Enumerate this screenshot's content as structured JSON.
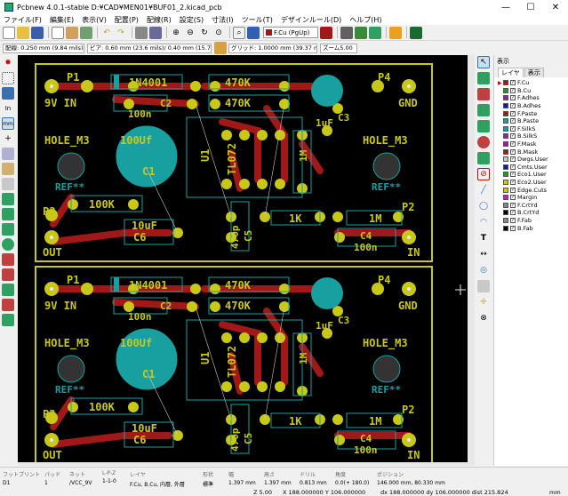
{
  "titlebar": {
    "title": "Pcbnew 4.0.1-stable D:¥CAD¥MEN01¥BUF01_2.kicad_pcb",
    "minimize": "—",
    "maximize": "☐",
    "close": "✕"
  },
  "menu": [
    "ファイル(F)",
    "編集(E)",
    "表示(V)",
    "配置(P)",
    "配線(R)",
    "設定(S)",
    "寸法(I)",
    "ツール(T)",
    "デザインルール(D)",
    "ヘルプ(H)"
  ],
  "toolbar": {
    "layer_select": "F.Cu (PgUp)"
  },
  "toolbar2": {
    "track": "配線: 0.250 mm (9.84 mils) *",
    "via": "ビア: 0.60 mm (23.6 mils)/ 0.40 mm (15.7 mils) *",
    "grid": "グリッド: 1.0000 mm (39.37 mils)",
    "zoom": "ズーム5.00"
  },
  "panel": {
    "title": "表示",
    "tabs": [
      "レイヤ",
      "表示"
    ],
    "active_layer": "F.Cu",
    "layers": [
      {
        "name": "F.Cu",
        "color": "#a01818"
      },
      {
        "name": "B.Cu",
        "color": "#18a018"
      },
      {
        "name": "F.Adhes",
        "color": "#a018a0"
      },
      {
        "name": "B.Adhes",
        "color": "#1818a0"
      },
      {
        "name": "F.Paste",
        "color": "#a01818"
      },
      {
        "name": "B.Paste",
        "color": "#18a0a0"
      },
      {
        "name": "F.SilkS",
        "color": "#18a0a0"
      },
      {
        "name": "B.SilkS",
        "color": "#a018a0"
      },
      {
        "name": "F.Mask",
        "color": "#a018a0"
      },
      {
        "name": "B.Mask",
        "color": "#a01818"
      },
      {
        "name": "Dwgs.User",
        "color": "#c8c8c8"
      },
      {
        "name": "Cmts.User",
        "color": "#1818a0"
      },
      {
        "name": "Eco1.User",
        "color": "#18a018"
      },
      {
        "name": "Eco2.User",
        "color": "#c8c818"
      },
      {
        "name": "Edge.Cuts",
        "color": "#c8c818"
      },
      {
        "name": "Margin",
        "color": "#c818c8"
      },
      {
        "name": "F.CrtYd",
        "color": "#848484"
      },
      {
        "name": "B.CrtYd",
        "color": "#000000"
      },
      {
        "name": "F.Fab",
        "color": "#848484"
      },
      {
        "name": "B.Fab",
        "color": "#000000"
      }
    ]
  },
  "board": {
    "labels": {
      "p1": "P1",
      "p4": "P4",
      "p3": "P3",
      "p2": "P2",
      "nine_v_in": "9V IN",
      "gnd": "GND",
      "out": "OUT",
      "in": "IN",
      "hole_left": "HOLE_M3",
      "hole_right": "HOLE_M3",
      "ref_left": "REF**",
      "ref_right": "REF**",
      "diode": "1N4001",
      "r_470k_a": "470K",
      "r_470k_b": "470K",
      "c2": "C2",
      "c2_val": "100n",
      "c3": "C3",
      "c3_val": "1uF",
      "c1": "C1",
      "c1_val": "100Uf",
      "u1": "U1",
      "u1_val": "TL072",
      "r_1m_vert": "1M",
      "r_100k": "100K",
      "c6_val": "10uF",
      "c6": "C6",
      "c5_val": "470p",
      "c5": "C5",
      "r_1k": "1K",
      "r_1m": "1M",
      "c4": "C4",
      "c4_val": "100n"
    }
  },
  "status": {
    "footprint_label": "フットプリント",
    "footprint_value": "D1",
    "pad_label": "パッド",
    "pad_value": "1",
    "net_label": "ネット",
    "net_value": "/VCC_9V",
    "lpz_label": "L-P-Z",
    "lpz_value": "1-1-0",
    "layer_label": "レイヤ",
    "layer_value": "F.Cu, B.Cu, 内層, 外層",
    "shape_label": "形状",
    "shape_value": "標準",
    "width_label": "幅",
    "width_value": "1.397 mm",
    "height_label": "高さ",
    "height_value": "1.397 mm",
    "drill_label": "ドリル",
    "drill_value": "0.813 mm",
    "angle_label": "角度",
    "angle_value": "0.0(+ 180.0)",
    "position_label": "ポジション",
    "position_value": "146.000 mm, 80.330 mm",
    "zoom": "Z 5.00",
    "xy": "X 188.000000  Y 106.000000",
    "dxdy": "dx 188.000000  dy 106.000000  dist 215.824",
    "unit": "mm"
  }
}
